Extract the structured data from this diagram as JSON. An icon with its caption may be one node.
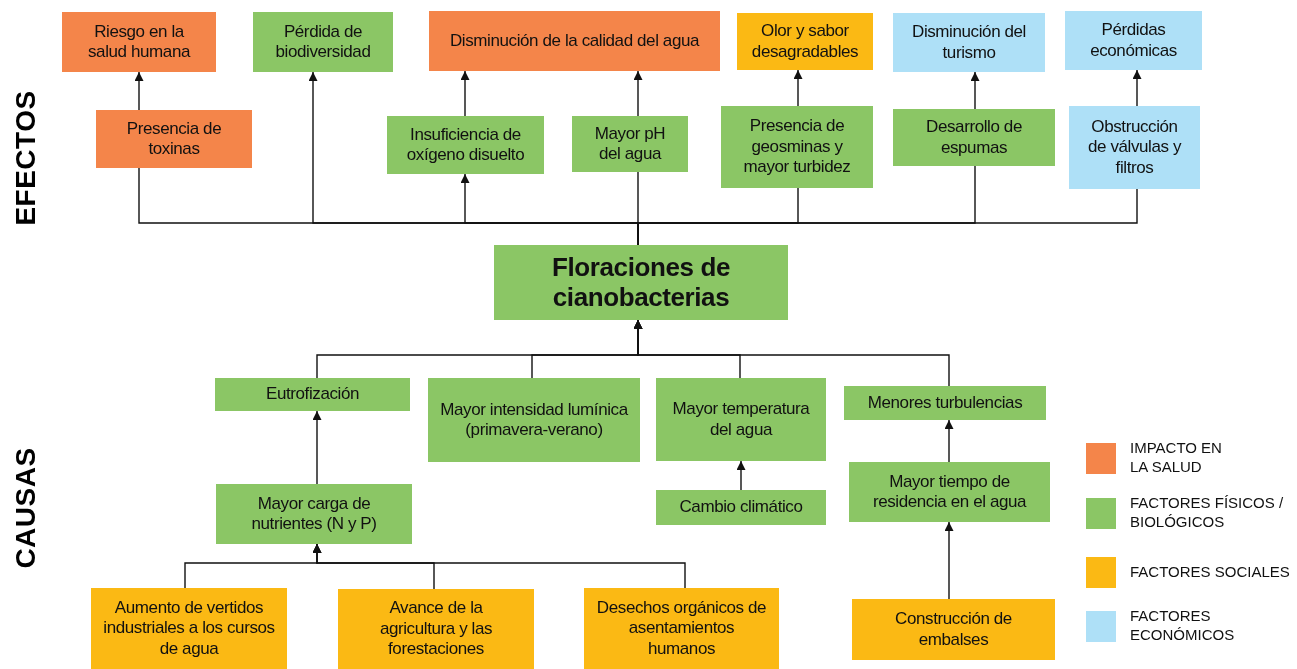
{
  "diagram": {
    "nodes": [
      {
        "text": [
          "Riesgo en la salud humana"
        ]
      },
      {
        "text": [
          "Pérdida de biodiversidad"
        ]
      },
      {
        "text": [
          "Disminución de la calidad del agua"
        ]
      },
      {
        "text": [
          "Olor y sabor desagradables"
        ]
      },
      {
        "text": [
          "Disminución del turismo"
        ]
      },
      {
        "text": [
          "Pérdidas económicas"
        ]
      },
      {
        "text": [
          "Presencia de toxinas"
        ]
      },
      {
        "text": [
          "Insuficiencia de oxígeno disuelto"
        ]
      },
      {
        "text": [
          "Mayor pH del agua"
        ]
      },
      {
        "text": [
          "Presencia de geosminas y mayor turbidez"
        ]
      },
      {
        "text": [
          "Desarrollo de espumas"
        ]
      },
      {
        "text": [
          "Obstrucción de válvulas y filtros"
        ]
      },
      {
        "text": [
          "Floraciones de cianobacterias"
        ]
      },
      {
        "text": [
          "Eutrofización"
        ]
      },
      {
        "text": [
          "Mayor intensidad lumínica (primavera-verano)"
        ]
      },
      {
        "text": [
          "Mayor temperatura del agua"
        ]
      },
      {
        "text": [
          "Menores turbulencias"
        ]
      },
      {
        "text": [
          "Mayor carga de nutrientes (N y P)"
        ]
      },
      {
        "text": [
          "Cambio climático"
        ]
      },
      {
        "text": [
          "Mayor tiempo de residencia en el agua"
        ]
      },
      {
        "text": [
          "Aumento de vertidos industriales a los cursos de agua"
        ]
      },
      {
        "text": [
          "Avance de la agricultura y las forestaciones"
        ]
      },
      {
        "text": [
          "Desechos orgánicos de asentamientos humanos"
        ]
      },
      {
        "text": [
          "Construcción de embalses"
        ]
      }
    ],
    "edges": [
      {
        "from": 12,
        "to": 6,
        "arrow": "none"
      },
      {
        "from": 12,
        "to": 1,
        "arrow": "to"
      },
      {
        "from": 12,
        "to": 7,
        "arrow": "to"
      },
      {
        "from": 12,
        "to": 8,
        "arrow": "none"
      },
      {
        "from": 12,
        "to": 9,
        "arrow": "none"
      },
      {
        "from": 12,
        "to": 10,
        "arrow": "none"
      },
      {
        "from": 12,
        "to": 11,
        "arrow": "none"
      },
      {
        "from": 6,
        "to": 0,
        "arrow": "to"
      },
      {
        "from": 7,
        "to": 2,
        "arrow": "to"
      },
      {
        "from": 8,
        "to": 2,
        "arrow": "to"
      },
      {
        "from": 9,
        "to": 3,
        "arrow": "to"
      },
      {
        "from": 10,
        "to": 4,
        "arrow": "to"
      },
      {
        "from": 11,
        "to": 5,
        "arrow": "to"
      },
      {
        "from": 13,
        "to": 12,
        "arrow": "to"
      },
      {
        "from": 14,
        "to": 12,
        "arrow": "to"
      },
      {
        "from": 15,
        "to": 12,
        "arrow": "to"
      },
      {
        "from": 16,
        "to": 12,
        "arrow": "to"
      },
      {
        "from": 17,
        "to": 13,
        "arrow": "to"
      },
      {
        "from": 18,
        "to": 15,
        "arrow": "to"
      },
      {
        "from": 19,
        "to": 16,
        "arrow": "to"
      },
      {
        "from": 23,
        "to": 19,
        "arrow": "to"
      },
      {
        "from": 20,
        "to": 17,
        "arrow": "to"
      },
      {
        "from": 21,
        "to": 17,
        "arrow": "to"
      },
      {
        "from": 22,
        "to": 17,
        "arrow": "to"
      }
    ],
    "labels": [
      "EFECTOS",
      "CAUSAS"
    ],
    "legend": [
      {
        "text": "IMPACTO EN LA SALUD",
        "color": "#f4854a"
      },
      {
        "text": "FACTORES FÍSICOS / BIOLÓGICOS",
        "color": "#8bc665"
      },
      {
        "text": "FACTORES SOCIALES",
        "color": "#fbb914"
      },
      {
        "text": "FACTORES ECONÓMICOS",
        "color": "#aee0f7"
      }
    ]
  }
}
